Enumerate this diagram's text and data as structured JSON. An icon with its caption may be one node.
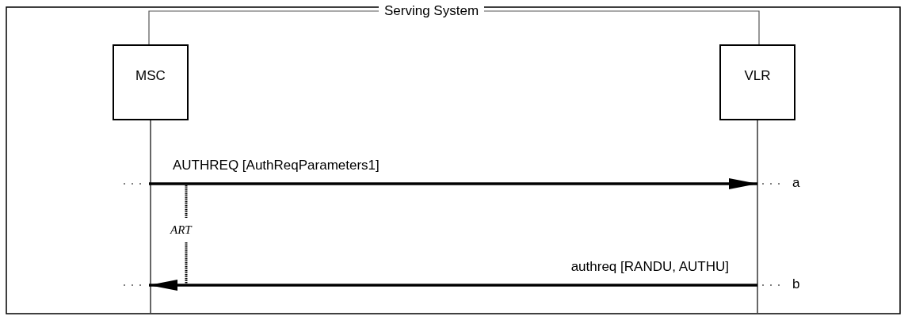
{
  "diagram": {
    "title": "Serving System",
    "nodes": [
      {
        "text": [
          "MSC"
        ]
      },
      {
        "text": [
          "VLR"
        ]
      }
    ],
    "edges": [
      {
        "from": 0,
        "to": 1,
        "arrow": "to",
        "label": "AUTHREQ [AuthReqParameters1]"
      },
      {
        "from": 1,
        "to": 0,
        "arrow": "to",
        "label": "authreq [RANDU, AUTHU]"
      }
    ],
    "labels": [
      "a",
      "ART",
      "b"
    ]
  }
}
